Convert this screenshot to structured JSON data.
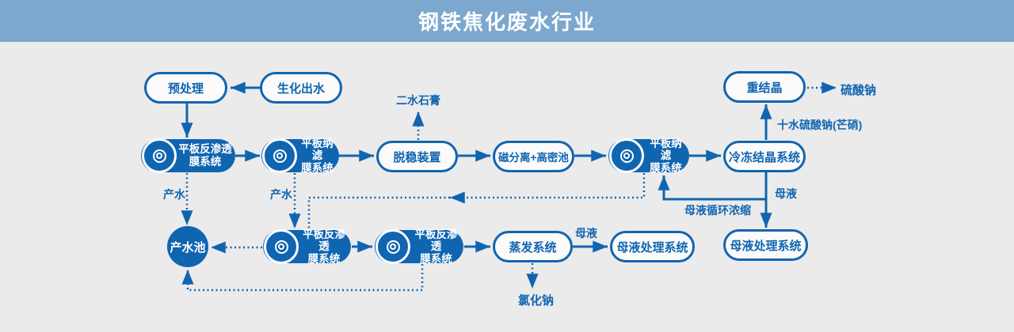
{
  "header": {
    "title": "钢铁焦化废水行业"
  },
  "colors": {
    "header_bg": "#7ca7ce",
    "accent_blue": "#1065b1",
    "background": "#ebebeb",
    "node_text_on_fill": "#ffffff"
  },
  "nodes": {
    "pretreatment": "预处理",
    "bio_effluent": "生化出水",
    "ro_top": "平板反渗透\n膜系统",
    "nf_left": "平板纳滤\n膜系统",
    "destabilizer": "脱稳装置",
    "mag_separation": "磁分离+高密池",
    "nf_right": "平板纳滤\n膜系统",
    "freeze_cryst": "冷冻结晶系统",
    "recryst": "重结晶",
    "product_pool": "产水池",
    "ro_bottom1": "平板反渗透\n膜系统",
    "ro_bottom2": "平板反渗透\n膜系统",
    "evaporation": "蒸发系统",
    "ml_treat_mid": "母液处理系统",
    "ml_treat_right": "母液处理系统"
  },
  "labels": {
    "gypsum": "二水石膏",
    "sodium_sulfate": "硫酸钠",
    "glauber_salt": "十水硫酸钠(芒硝)",
    "product_water_1": "产水",
    "product_water_2": "产水",
    "mother_liquor_right": "母液",
    "ml_recycle": "母液循环浓缩",
    "mother_liquor_mid": "母液",
    "sodium_chloride": "氯化钠"
  },
  "edges": [
    {
      "from": "bio_effluent",
      "to": "pretreatment",
      "style": "solid"
    },
    {
      "from": "pretreatment",
      "to": "ro_top",
      "style": "solid"
    },
    {
      "from": "ro_top",
      "to": "nf_left",
      "style": "solid"
    },
    {
      "from": "nf_left",
      "to": "destabilizer",
      "style": "solid"
    },
    {
      "from": "destabilizer",
      "to": "mag_separation",
      "style": "solid"
    },
    {
      "from": "mag_separation",
      "to": "nf_right",
      "style": "solid"
    },
    {
      "from": "nf_right",
      "to": "freeze_cryst",
      "style": "solid"
    },
    {
      "from": "freeze_cryst",
      "to": "recryst",
      "style": "solid",
      "label": "十水硫酸钠(芒硝)"
    },
    {
      "from": "recryst",
      "to": "sodium_sulfate",
      "style": "dotted"
    },
    {
      "from": "destabilizer",
      "to": "gypsum",
      "style": "dotted"
    },
    {
      "from": "ro_top",
      "to": "product_pool",
      "style": "dotted",
      "label": "产水"
    },
    {
      "from": "nf_left",
      "to": "ro_bottom1",
      "style": "dotted",
      "label": "产水"
    },
    {
      "from": "nf_right",
      "to": "ro_bottom1",
      "style": "dotted"
    },
    {
      "from": "freeze_cryst",
      "to": "ml_treat_right",
      "style": "solid",
      "label": "母液"
    },
    {
      "from": "freeze_cryst",
      "to": "nf_right",
      "style": "solid",
      "label": "母液循环浓缩"
    },
    {
      "from": "ro_bottom1",
      "to": "product_pool",
      "style": "dotted"
    },
    {
      "from": "ro_bottom1",
      "to": "ro_bottom2",
      "style": "solid"
    },
    {
      "from": "ro_bottom2",
      "to": "evaporation",
      "style": "solid"
    },
    {
      "from": "evaporation",
      "to": "ml_treat_mid",
      "style": "solid",
      "label": "母液"
    },
    {
      "from": "evaporation",
      "to": "sodium_chloride",
      "style": "dotted"
    },
    {
      "from": "ro_bottom2",
      "to": "product_pool",
      "style": "dotted"
    }
  ]
}
